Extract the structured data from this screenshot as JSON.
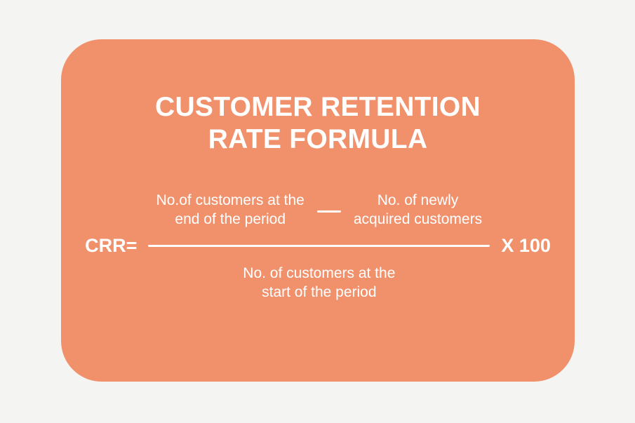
{
  "colors": {
    "page_background": "#F4F4F2",
    "card_background": "#F1916C",
    "text": "#FFFFFF"
  },
  "card": {
    "title_line1": "CUSTOMER RETENTION",
    "title_line2": "RATE FORMULA",
    "formula": {
      "lhs": "CRR=",
      "numerator_left": {
        "line1": "No.of customers at the",
        "line2": "end of the period"
      },
      "operator": "minus",
      "numerator_right": {
        "line1": "No. of newly",
        "line2": "acquired customers"
      },
      "denominator": {
        "line1": "No. of customers at the",
        "line2": "start of the period"
      },
      "multiplier": "X 100"
    }
  }
}
